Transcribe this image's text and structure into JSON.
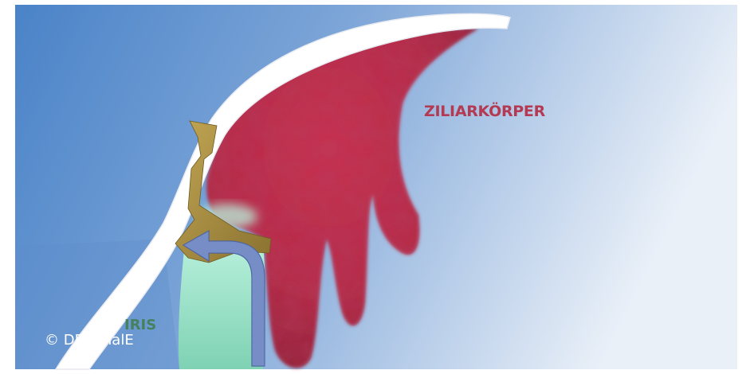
{
  "labels": {
    "ciliary_body": "ZILIARKÖRPER",
    "iris": "IRIS",
    "copyright": "© DREImalE"
  },
  "colors": {
    "background_left": "#4a83c8",
    "background_right": "#eaf0f8",
    "ciliary_body": "#b52a45",
    "ciliary_label": "#b33a52",
    "iris": "#9fe3cc",
    "iris_label": "#3f7d4c",
    "trabecular_meshwork": "#a38a3c",
    "cornea_sclera": "#ffffff",
    "flow_arrow": "#7089c4",
    "copyright": "#ffffff"
  }
}
